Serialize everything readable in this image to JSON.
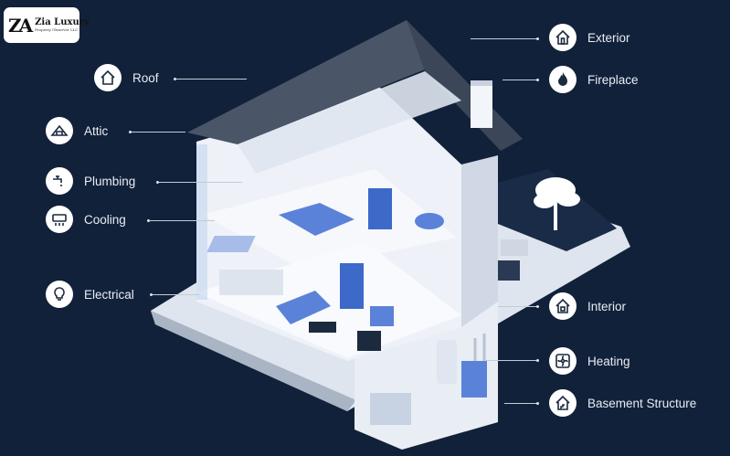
{
  "brand": {
    "name": "Zia Luxury",
    "tagline": "Property Observer LLC",
    "mark": "ZA"
  },
  "callouts": {
    "roof": "Roof",
    "attic": "Attic",
    "plumbing": "Plumbing",
    "cooling": "Cooling",
    "electrical": "Electrical",
    "exterior": "Exterior",
    "fireplace": "Fireplace",
    "interior": "Interior",
    "heating": "Heating",
    "basement": "Basement Structure"
  },
  "icons": {
    "roof": "house-icon",
    "attic": "attic-icon",
    "plumbing": "faucet-icon",
    "cooling": "air-conditioner-icon",
    "electrical": "lightbulb-icon",
    "exterior": "house-outline-icon",
    "fireplace": "flame-icon",
    "interior": "house-door-icon",
    "heating": "fan-icon",
    "basement": "house-stairs-icon"
  },
  "colors": {
    "background": "#12213a",
    "roof": "#4a5668",
    "walls": "#eef2f8",
    "accent": "#5b82d9",
    "icon_bg": "#ffffff",
    "icon_stroke": "#1c2a40",
    "label": "#e8edf4"
  }
}
